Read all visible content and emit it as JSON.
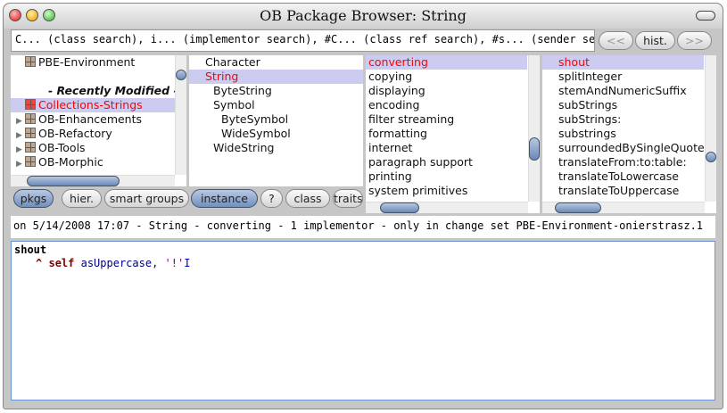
{
  "window": {
    "title": "OB Package Browser: String"
  },
  "search": {
    "value": "C... (class search), i... (implementor search), #C... (class ref search), #s... (sender search)"
  },
  "nav": {
    "back": "<<",
    "history": "hist.",
    "forward": ">>"
  },
  "packages": {
    "items": [
      {
        "label": "PBE-Environment",
        "icon": "package-icon",
        "type": "item"
      },
      {
        "label": "",
        "type": "blank"
      },
      {
        "label": "- Recently Modified -",
        "type": "header"
      },
      {
        "label": "Collections-Strings",
        "icon": "package-icon",
        "type": "selected"
      },
      {
        "label": "OB-Enhancements",
        "icon": "package-icon",
        "type": "expandable"
      },
      {
        "label": "OB-Refactory",
        "icon": "package-icon",
        "type": "expandable"
      },
      {
        "label": "OB-Tools",
        "icon": "package-icon",
        "type": "expandable"
      },
      {
        "label": "OB-Morphic",
        "icon": "package-icon",
        "type": "expandable"
      }
    ]
  },
  "classes": {
    "items": [
      {
        "label": "Character",
        "indent": 0
      },
      {
        "label": "String",
        "indent": 0,
        "selected": true
      },
      {
        "label": "ByteString",
        "indent": 1
      },
      {
        "label": "Symbol",
        "indent": 1
      },
      {
        "label": "ByteSymbol",
        "indent": 2
      },
      {
        "label": "WideSymbol",
        "indent": 2
      },
      {
        "label": "WideString",
        "indent": 1
      }
    ]
  },
  "protocols": {
    "items": [
      "converting",
      "copying",
      "displaying",
      "encoding",
      "filter streaming",
      "formatting",
      "internet",
      "paragraph support",
      "printing",
      "system primitives"
    ],
    "selected": 0
  },
  "methods": {
    "items": [
      "shout",
      "splitInteger",
      "stemAndNumericSuffix",
      "subStrings",
      "subStrings:",
      "substrings",
      "surroundedBySingleQuotes",
      "translateFrom:to:table:",
      "translateToLowercase",
      "translateToUppercase"
    ],
    "selected": 0
  },
  "buttons": {
    "pkgs": "pkgs",
    "hier": "hier.",
    "smart": "smart groups",
    "instance": "instance",
    "help": "?",
    "class": "class",
    "traits": "traits"
  },
  "status": "on 5/14/2008 17:07 - String - converting - 1 implementor - only in change set PBE-Environment-onierstrasz.1",
  "code": {
    "selector": "shout",
    "caret": "^",
    "self": "self",
    "message": "asUppercase,",
    "literal": "'!'"
  },
  "colors": {
    "selection": "#ccccf0",
    "selected_text": "#ff0000",
    "accent": "#6f8fc0"
  }
}
